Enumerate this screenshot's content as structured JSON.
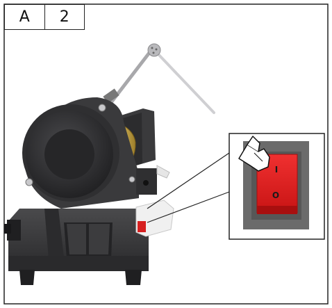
{
  "header": {
    "step_letter": "A",
    "step_number": "2"
  },
  "switch": {
    "on_symbol": "I",
    "off_symbol": "O"
  },
  "colors": {
    "machine_body": "#3a3a3c",
    "machine_dark": "#232325",
    "wheel_brass": "#c9a640",
    "switch_red": "#e0201e",
    "switch_frame": "#6b6b6b",
    "line": "#222222"
  },
  "icons": [
    "pointer-hand-icon"
  ]
}
